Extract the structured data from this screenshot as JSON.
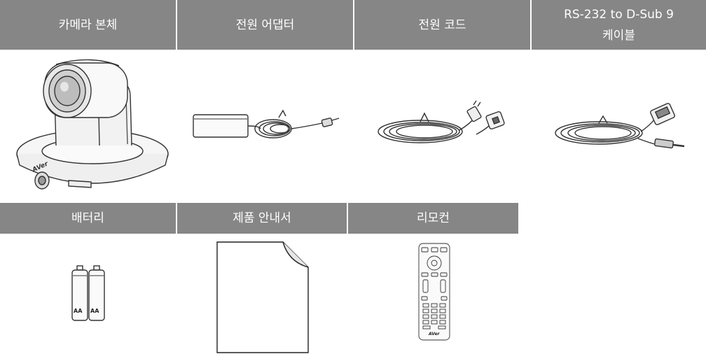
{
  "items": [
    {
      "label": "카메라 본체"
    },
    {
      "label": "전원 어댑터"
    },
    {
      "label": "전원 코드"
    },
    {
      "label": "RS-232 to D-Sub 9\n케이블"
    },
    {
      "label": "배터리"
    },
    {
      "label": "제품 안내서"
    },
    {
      "label": "리모컨"
    }
  ],
  "images": {
    "camera_logo": "AVer",
    "remote_logo": "AVer",
    "battery_text": "AA"
  }
}
